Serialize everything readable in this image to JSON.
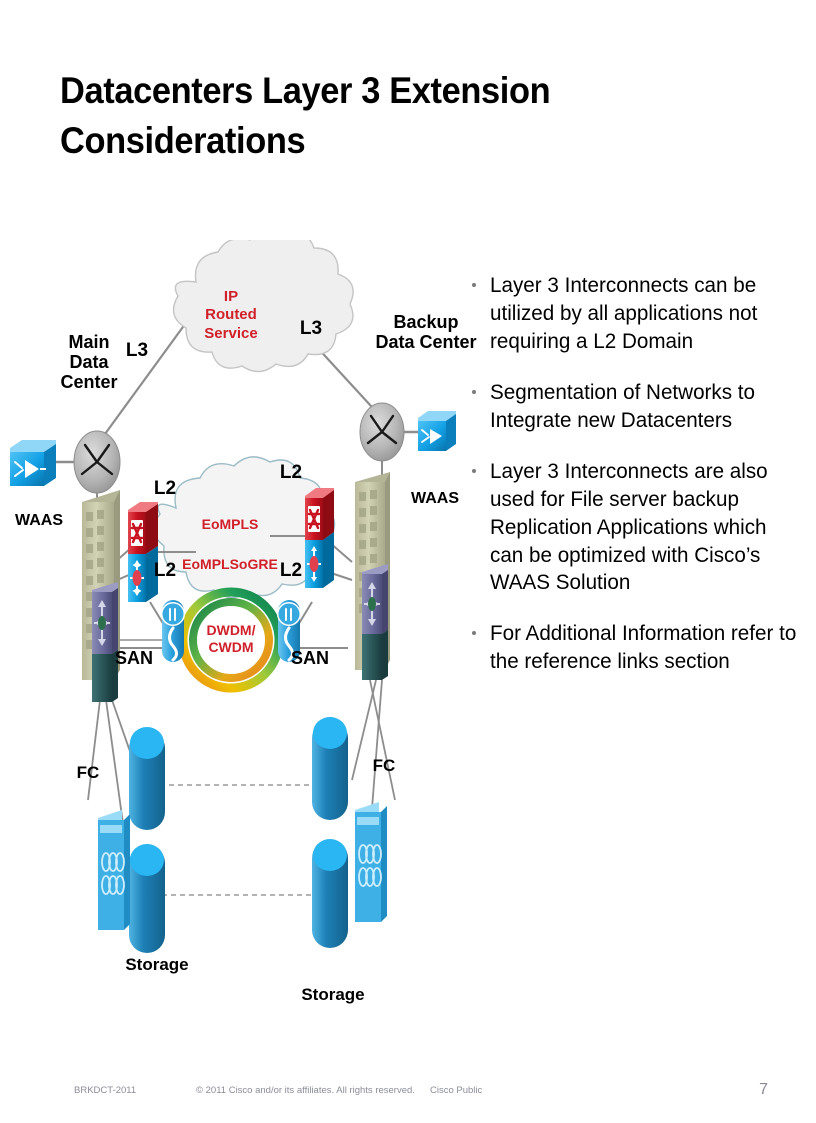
{
  "slide": {
    "title_line1": "Datacenters Layer 3 Extension",
    "title_line2": "Considerations"
  },
  "bullets": [
    {
      "text": "Layer 3 Interconnects can be utilized by all applications not requiring a L2 Domain"
    },
    {
      "text": "Segmentation of Networks to Integrate new Datacenters"
    },
    {
      "text": "Layer 3 Interconnects are also used for File server backup Replication Applications which can be optimized with Cisco’s WAAS Solution"
    },
    {
      "text": "For Additional Information refer to the reference links section"
    }
  ],
  "diagram": {
    "clouds": {
      "ip_routed": "IP\nRouted\nService",
      "eompls": "EoMPLS",
      "eompls_gre": "EoMPLSoGRE",
      "dwdm": "DWDM/\nCWDM"
    },
    "labels": {
      "main_dc": "Main\nData\nCenter",
      "backup_dc": "Backup\nData Center",
      "l3_left": "L3",
      "l3_right": "L3",
      "l2_left_top": "L2",
      "l2_left_bottom": "L2",
      "l2_right_top": "L2",
      "l2_right_bottom": "L2",
      "waas_left": "WAAS",
      "waas_right": "WAAS",
      "san_left": "SAN",
      "san_right": "SAN",
      "fc_left": "FC",
      "fc_right": "FC",
      "storage_left": "Storage",
      "storage_right": "Storage"
    },
    "colors": {
      "red_text": "#d0202a",
      "link_gray": "#8d8d8d",
      "cloud_fill": "#efefef",
      "switch_red": "#d1202f",
      "switch_blue": "#0b9fe0",
      "building": "#c9c9a8",
      "san_purple": "#6f6f9e",
      "san_teal": "#2c5a5c",
      "storage_blue": "#1d7fb5",
      "storage_cap": "#29b6ef",
      "waas_blue": "#1aa3e8"
    }
  },
  "footer": {
    "code": "BRKDCT-2011",
    "copyright": "© 2011 Cisco and/or its affiliates. All rights reserved.",
    "classification": "Cisco Public",
    "page": "7"
  }
}
